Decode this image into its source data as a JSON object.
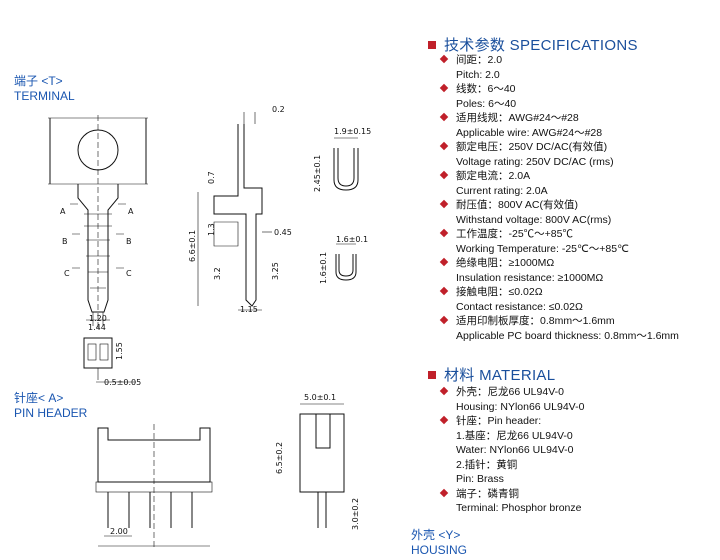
{
  "labels": {
    "terminal_cn": "端子 <T>",
    "terminal_en": "TERMINAL",
    "pin_header_cn": "针座< A>",
    "pin_header_en": "PIN HEADER",
    "housing_cn": "外壳 <Y>",
    "housing_en": "HOUSING"
  },
  "specifications": {
    "title": "技术参数 SPECIFICATIONS",
    "items": [
      {
        "cn": "间距：2.0",
        "en": "Pitch: 2.0"
      },
      {
        "cn": "线数：6～40",
        "en": "Poles: 6～40"
      },
      {
        "cn": "适用线规：AWG#24～#28",
        "en": "Applicable wire: AWG#24～#28"
      },
      {
        "cn": "额定电压：250V DC/AC(有效值)",
        "en": "Voltage rating: 250V DC/AC (rms)"
      },
      {
        "cn": "额定电流：2.0A",
        "en": "Current rating: 2.0A"
      },
      {
        "cn": "耐压值：800V AC(有效值)",
        "en": "Withstand voltage: 800V AC(rms)"
      },
      {
        "cn": "工作温度：-25℃～+85℃",
        "en": "Working Temperature: -25℃～+85℃"
      },
      {
        "cn": "绝缘电阻：≥1000MΩ",
        "en": "Insulation resistance: ≥1000MΩ"
      },
      {
        "cn": "接触电阻：≤0.02Ω",
        "en": "Contact resistance: ≤0.02Ω"
      },
      {
        "cn": "适用印制板厚度：0.8mm～1.6mm",
        "en": "Applicable PC board thickness: 0.8mm～1.6mm"
      }
    ]
  },
  "material": {
    "title": "材料 MATERIAL",
    "items": [
      {
        "cn": "外壳：尼龙66    UL94V-0",
        "lines": [
          "Housing: NYlon66  UL94V-0"
        ]
      },
      {
        "cn": "针座：Pin header:",
        "lines": [
          "1.基座：尼龙66    UL94V-0",
          "Water:  NYlon66   UL94V-0",
          "2.插针：黄铜",
          "Pin:  Brass"
        ]
      },
      {
        "cn": "端子：磷青铜",
        "lines": [
          "Terminal:  Phosphor bronze"
        ]
      }
    ]
  },
  "dimensions": {
    "d_02": "0.2",
    "d_07": "0.7",
    "d_045": "0.45",
    "d_13": "1.3",
    "d_66": "6.6±0.1",
    "d_32": "3.2",
    "d_325": "3.25",
    "d_115": "1.15",
    "d_19": "1.9±0.15",
    "d_245": "2.45±0.1",
    "d_16": "1.6±0.1",
    "d_16b": "1.6±0.1",
    "d_120": "1.20",
    "d_144": "1.44",
    "d_155": "1.55",
    "d_05": "0.5±0.05",
    "d_50": "5.0±0.1",
    "d_65": "6.5±0.2",
    "d_30": "3.0±0.2",
    "d_200": "2.00",
    "sec_a": "A",
    "sec_b": "B",
    "sec_c": "C",
    "sec_b2": "B"
  }
}
